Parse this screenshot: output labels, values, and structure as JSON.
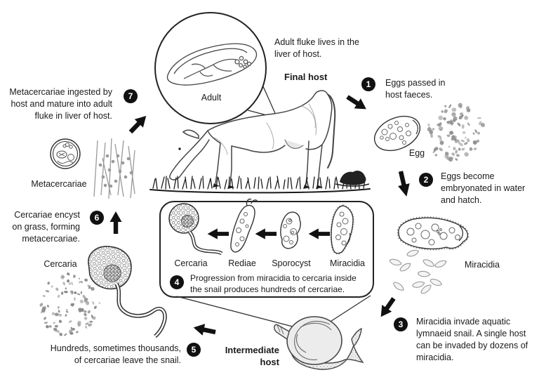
{
  "inset": {
    "label": "Adult"
  },
  "hosts": {
    "final_label": "Final host",
    "final_desc": "Adult fluke lives in the liver of host.",
    "intermediate_label": "Intermediate host"
  },
  "steps": [
    {
      "num": "1",
      "text": "Eggs passed in host faeces."
    },
    {
      "num": "2",
      "text": "Eggs become embryonated in water and hatch."
    },
    {
      "num": "3",
      "text": "Miracidia invade aquatic lymnaeid snail. A single host can be invaded by dozens of miracidia."
    },
    {
      "num": "4",
      "text": "Progression from miracidia to cercaria inside the snail produces hundreds of cercariae."
    },
    {
      "num": "5",
      "text": "Hundreds, sometimes thousands, of cercariae leave the snail."
    },
    {
      "num": "6",
      "text": "Cercariae encyst on grass, forming metacercariae."
    },
    {
      "num": "7",
      "text": "Metacercariae ingested by host and mature into adult fluke in liver of host."
    }
  ],
  "labels": {
    "egg": "Egg",
    "miracidia": "Miracidia",
    "cercaria": "Cercaria",
    "metacercariae": "Metacercariae"
  },
  "box": {
    "stages": [
      "Cercaria",
      "Rediae",
      "Sporocyst",
      "Miracidia"
    ]
  },
  "colors": {
    "ink": "#1a1a1a",
    "badge": "#111111",
    "speckle": "#8f8f8f"
  }
}
